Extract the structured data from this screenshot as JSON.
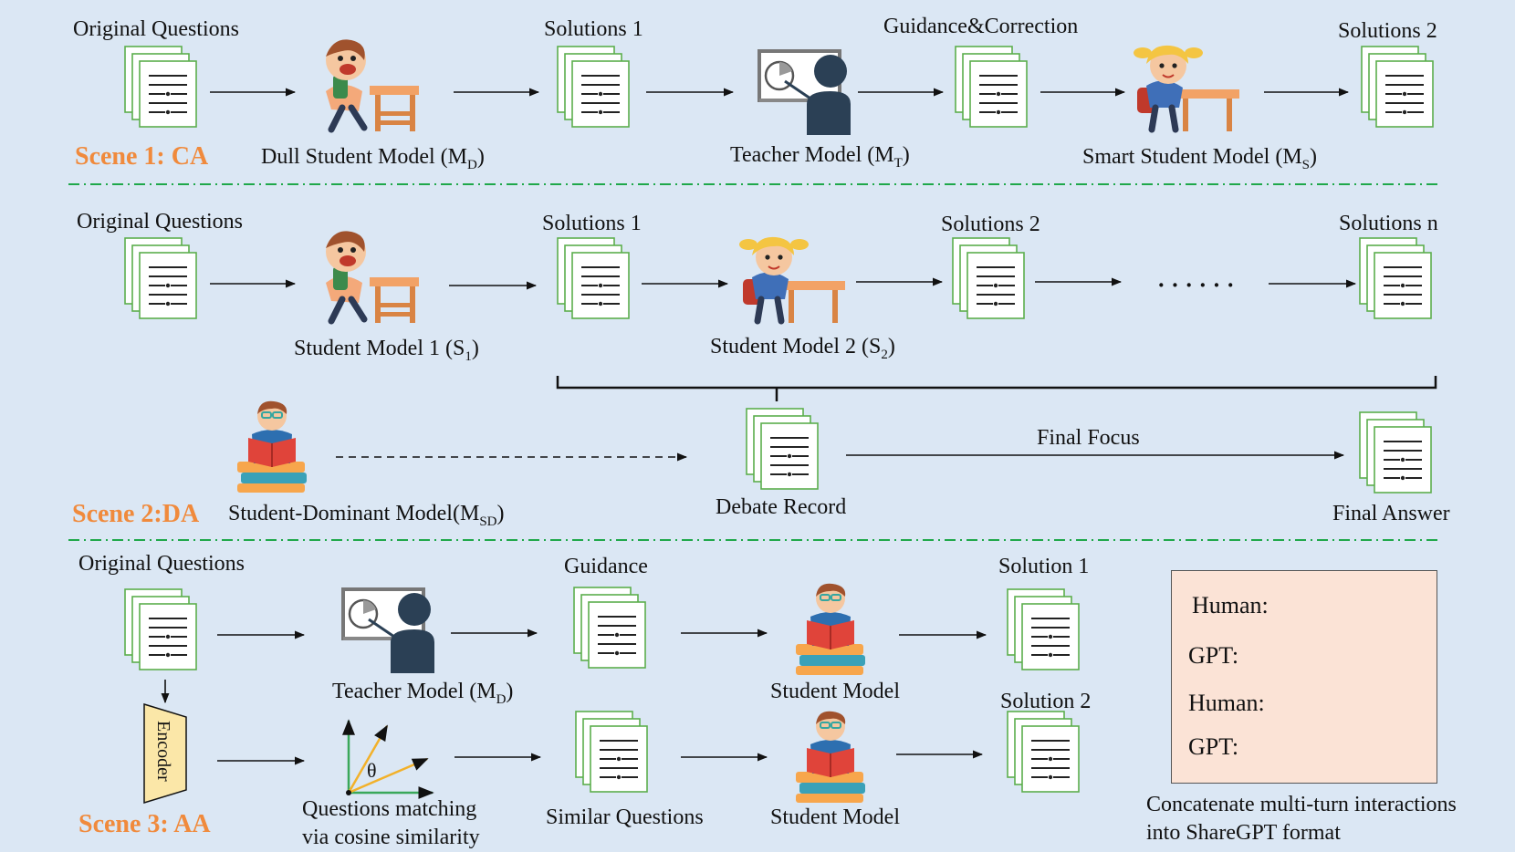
{
  "scene1": {
    "title": "Scene 1: CA",
    "original_questions": "Original Questions",
    "dull_student": {
      "prefix": "Dull Student Model (M",
      "sub": "D",
      "suffix": ")"
    },
    "solutions1": "Solutions 1",
    "guidance_correction": "Guidance&Correction",
    "teacher": {
      "prefix": "Teacher Model (M",
      "sub": "T",
      "suffix": ")"
    },
    "smart_student": {
      "prefix": "Smart Student Model (M",
      "sub": "S",
      "suffix": ")"
    },
    "solutions2": "Solutions 2"
  },
  "scene2": {
    "title": "Scene 2:DA",
    "original_questions": "Original Questions",
    "student1": {
      "prefix": "Student Model 1 (S",
      "sub": "1",
      "suffix": ")"
    },
    "solutions1": "Solutions 1",
    "student2": {
      "prefix": "Student Model 2 (S",
      "sub": "2",
      "suffix": ")"
    },
    "solutions2": "Solutions 2",
    "ellipsis": "· · · · · ·",
    "solutions_n": "Solutions n",
    "student_dominant": {
      "prefix": "Student-Dominant Model(M",
      "sub": "SD",
      "suffix": ")"
    },
    "debate_record": "Debate Record",
    "final_focus": "Final Focus",
    "final_answer": "Final Answer"
  },
  "scene3": {
    "title": "Scene 3: AA",
    "original_questions": "Original Questions",
    "teacher": {
      "prefix": "Teacher Model (M",
      "sub": "D",
      "suffix": ")"
    },
    "guidance": "Guidance",
    "student_model_top": "Student Model",
    "solution1": "Solution 1",
    "encoder": "Encoder",
    "theta": "θ",
    "matching_line1": "Questions matching",
    "matching_line2": "via cosine similarity",
    "similar_questions": "Similar Questions",
    "student_model_bottom": "Student Model",
    "solution2": "Solution 2",
    "sharegpt": {
      "human1": "Human:",
      "gpt1": "GPT:",
      "human2": "Human:",
      "gpt2": "GPT:",
      "caption_line1": "Concatenate multi-turn interactions",
      "caption_line2": "into ShareGPT format"
    }
  },
  "colors": {
    "background": "#dbe7f4",
    "scene_title": "#f08a3c",
    "separator": "#1fa84a",
    "doc_border": "#5cae4c",
    "sharegpt_box": "#fbe3d6"
  }
}
